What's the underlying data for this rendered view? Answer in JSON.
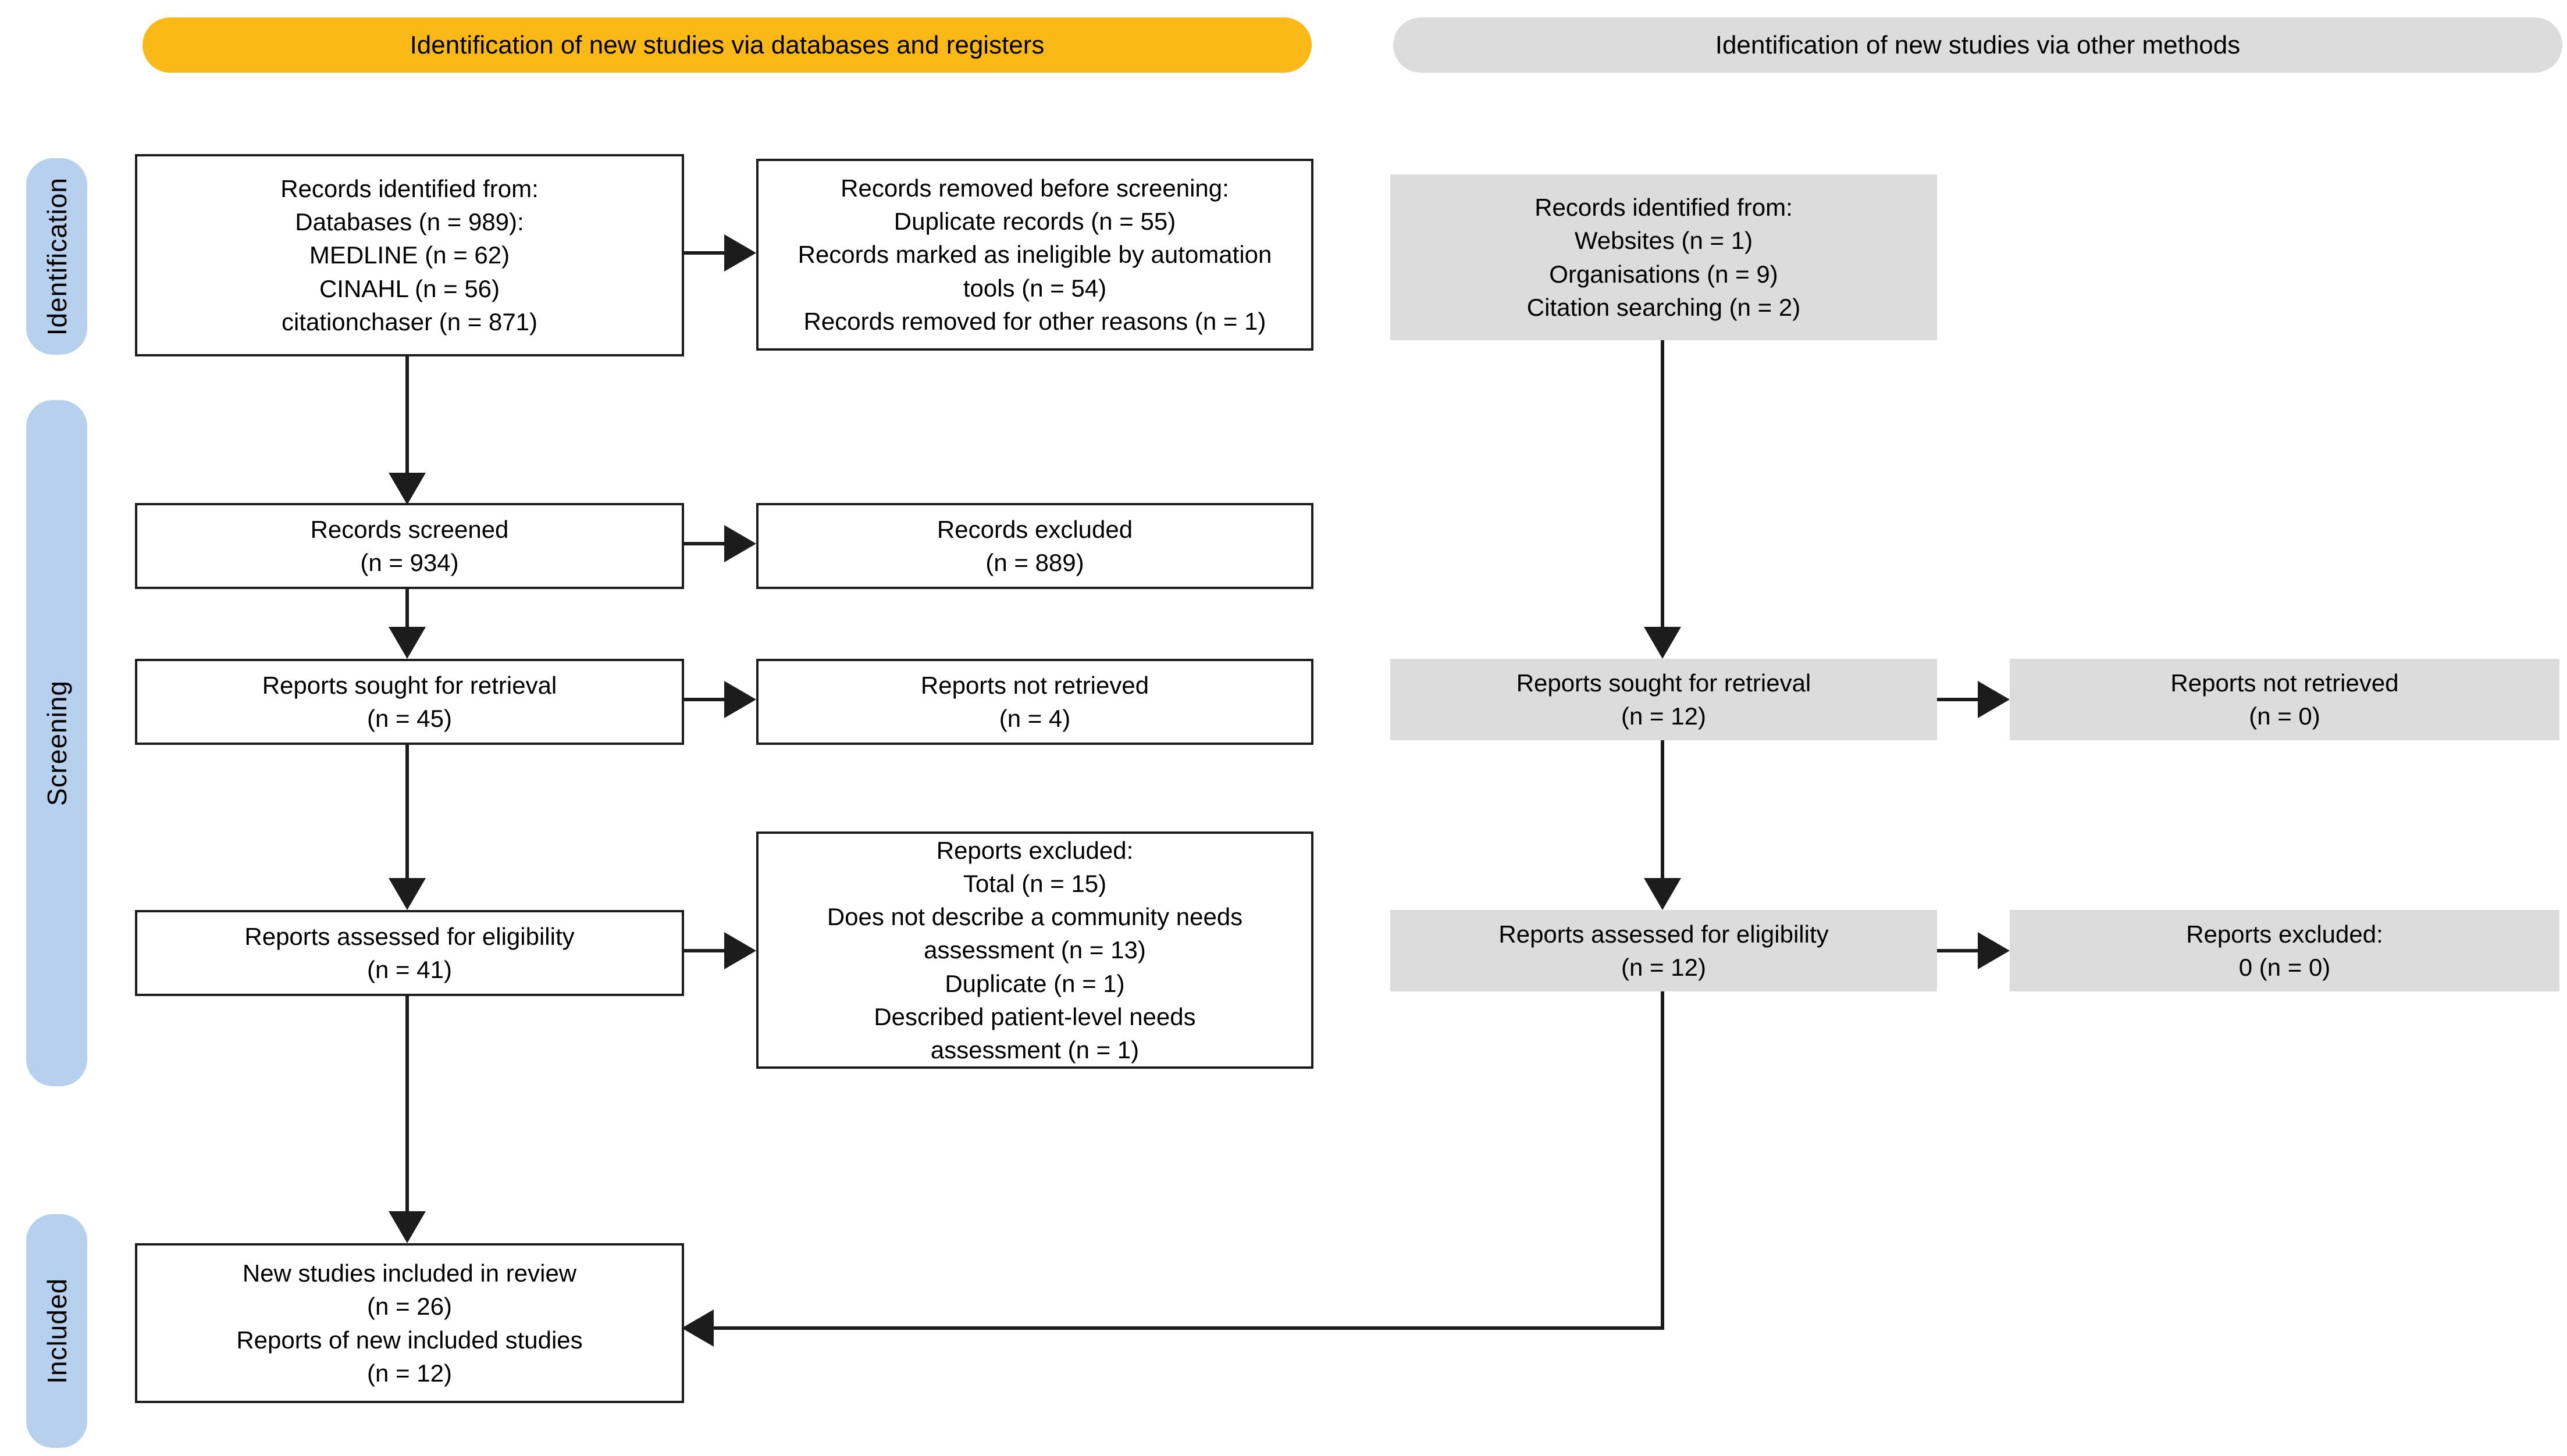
{
  "headers": {
    "databases": "Identification of new studies via databases and registers",
    "other": "Identification of new studies via other methods"
  },
  "stages": {
    "identification": "Identification",
    "screening": "Screening",
    "included": "Included"
  },
  "left_column": {
    "identified": "Records identified from:\nDatabases (n = 989):\nMEDLINE (n = 62)\nCINAHL (n = 56)\ncitationchaser (n = 871)",
    "removed": "Records removed before screening:\nDuplicate records (n = 55)\nRecords marked as ineligible by automation\ntools (n = 54)\nRecords removed for other reasons (n = 1)",
    "screened": "Records screened\n(n = 934)",
    "excluded": "Records excluded\n(n = 889)",
    "sought": "Reports sought for retrieval\n(n = 45)",
    "not_retrieved": "Reports not retrieved\n(n = 4)",
    "assessed": "Reports assessed for eligibility\n(n = 41)",
    "reports_excluded": "Reports excluded:\nTotal (n = 15)\nDoes not describe a community needs\nassessment (n = 13)\nDuplicate (n = 1)\nDescribed patient-level needs\nassessment (n = 1)",
    "included": "New studies included in review\n(n = 26)\nReports of new included studies\n(n = 12)"
  },
  "right_column": {
    "identified": "Records identified from:\nWebsites (n = 1)\nOrganisations (n = 9)\nCitation searching (n = 2)",
    "sought": "Reports sought for retrieval\n(n = 12)",
    "not_retrieved": "Reports not retrieved\n(n = 0)",
    "assessed": "Reports assessed for eligibility\n(n = 12)",
    "reports_excluded": "Reports excluded:\n0 (n = 0)"
  },
  "colors": {
    "header_yellow": "#FBB917",
    "header_gray": "#DCDCDC",
    "stage_blue": "#B6D0EE",
    "box_gray": "#DCDCDC",
    "line_black": "#1c1c1c"
  }
}
